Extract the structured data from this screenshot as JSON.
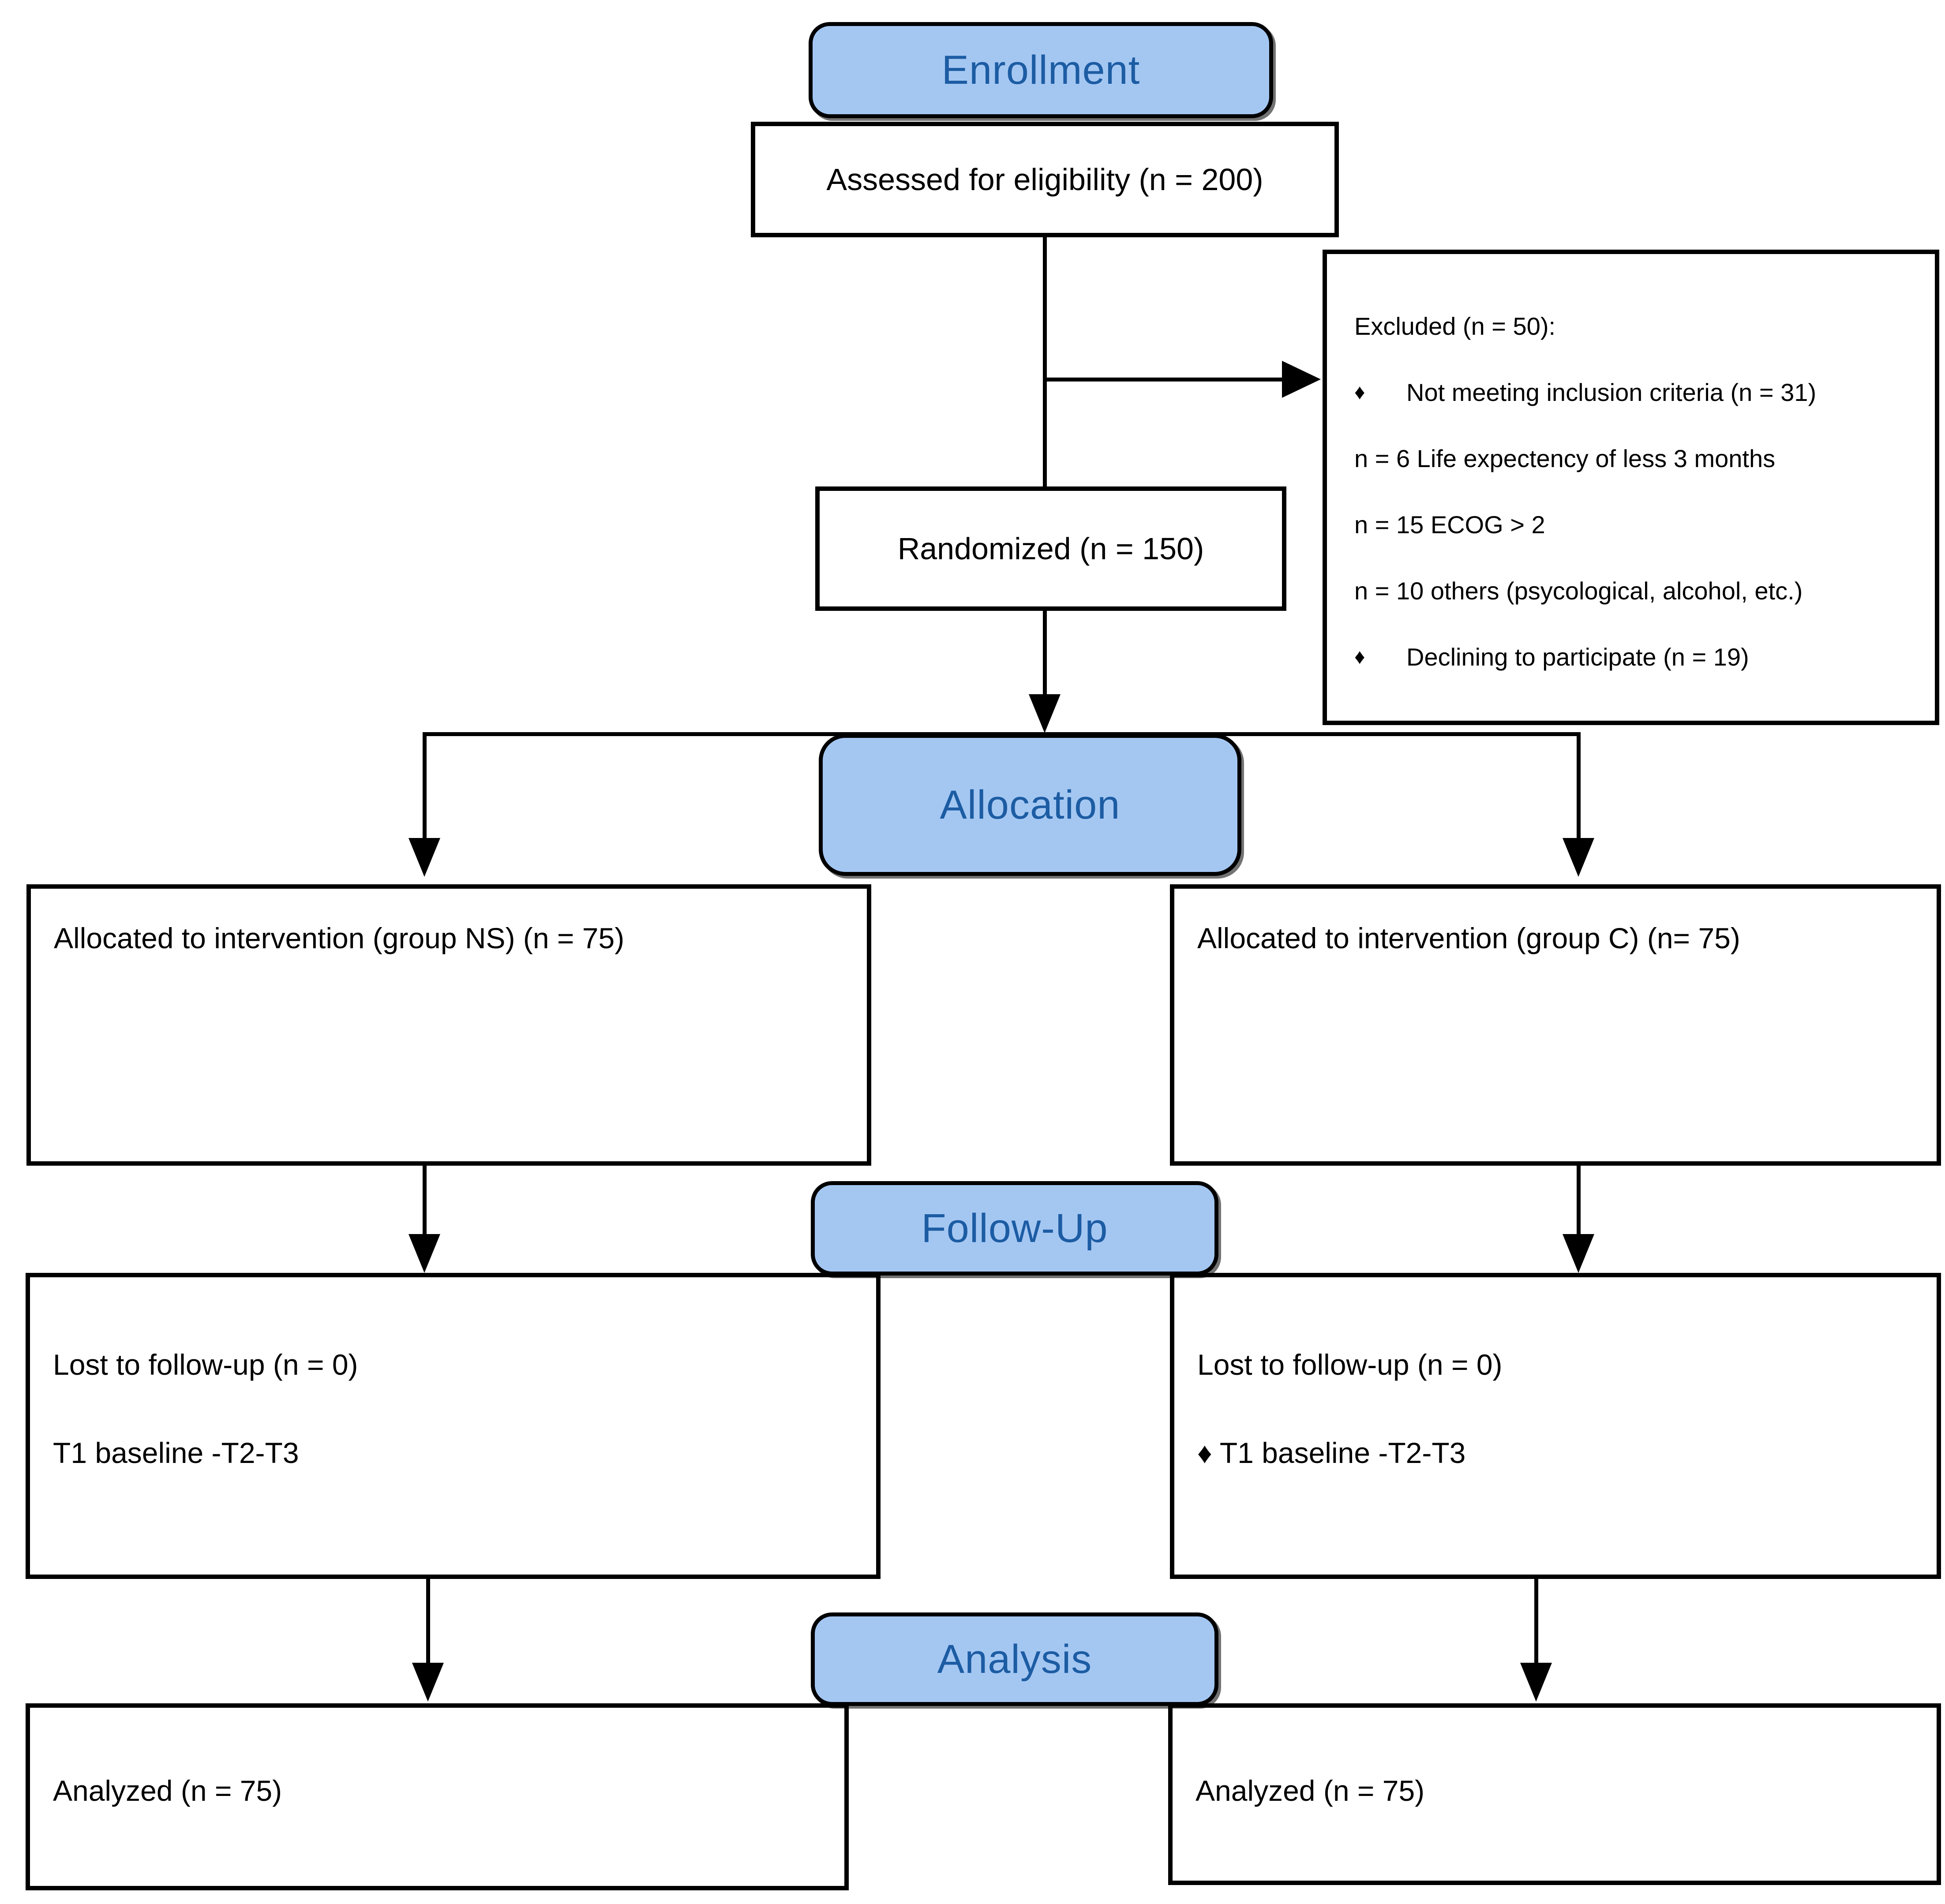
{
  "stages": {
    "enrollment": "Enrollment",
    "allocation": "Allocation",
    "followup": "Follow-Up",
    "analysis": "Analysis"
  },
  "enrollment": {
    "assessed": "Assessed for eligibility (n = 200)",
    "randomized": "Randomized (n = 150)",
    "excluded": {
      "title": "Excluded (n = 50):",
      "items": [
        {
          "bullet": "♦",
          "text": "Not meeting inclusion criteria (n = 31)"
        },
        {
          "bullet": "",
          "text": "n = 6 Life expectency of less 3 months"
        },
        {
          "bullet": "",
          "text": "n = 15 ECOG > 2"
        },
        {
          "bullet": "",
          "text": "n = 10 others (psycological, alcohol, etc.)"
        },
        {
          "bullet": "♦",
          "text": "Declining to participate (n = 19)"
        }
      ]
    }
  },
  "allocation": {
    "left": "Allocated to intervention (group NS) (n = 75)",
    "right": "Allocated to intervention (group C) (n= 75)"
  },
  "followup": {
    "left": {
      "line1": "Lost to follow-up (n = 0)",
      "line2": "T1 baseline -T2-T3"
    },
    "right": {
      "line1": "Lost to follow-up (n = 0)",
      "line2": "♦ T1 baseline -T2-T3"
    }
  },
  "analysis": {
    "left": "Analyzed (n = 75)",
    "right": "Analyzed (n = 75)"
  },
  "colors": {
    "stage_fill": "#A4C7F2",
    "stage_text": "#1C5CA3",
    "line": "#000000"
  }
}
